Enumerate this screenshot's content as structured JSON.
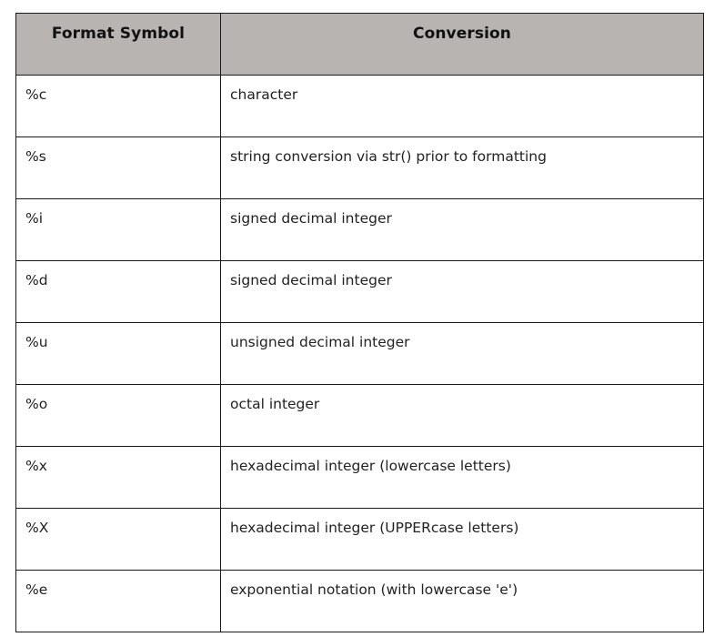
{
  "table": {
    "headers": [
      "Format Symbol",
      "Conversion"
    ],
    "rows": [
      {
        "symbol": "%c",
        "conversion": "character"
      },
      {
        "symbol": "%s",
        "conversion": "string conversion via str() prior to formatting"
      },
      {
        "symbol": "%i",
        "conversion": "signed decimal integer"
      },
      {
        "symbol": "%d",
        "conversion": "signed decimal integer"
      },
      {
        "symbol": "%u",
        "conversion": "unsigned decimal integer"
      },
      {
        "symbol": "%o",
        "conversion": "octal integer"
      },
      {
        "symbol": "%x",
        "conversion": "hexadecimal integer (lowercase letters)"
      },
      {
        "symbol": "%X",
        "conversion": "hexadecimal integer (UPPERcase letters)"
      },
      {
        "symbol": "%e",
        "conversion": "exponential notation (with lowercase 'e')"
      }
    ]
  },
  "colors": {
    "header_bg": "#b8b4b2",
    "border": "#1a1a1a"
  }
}
